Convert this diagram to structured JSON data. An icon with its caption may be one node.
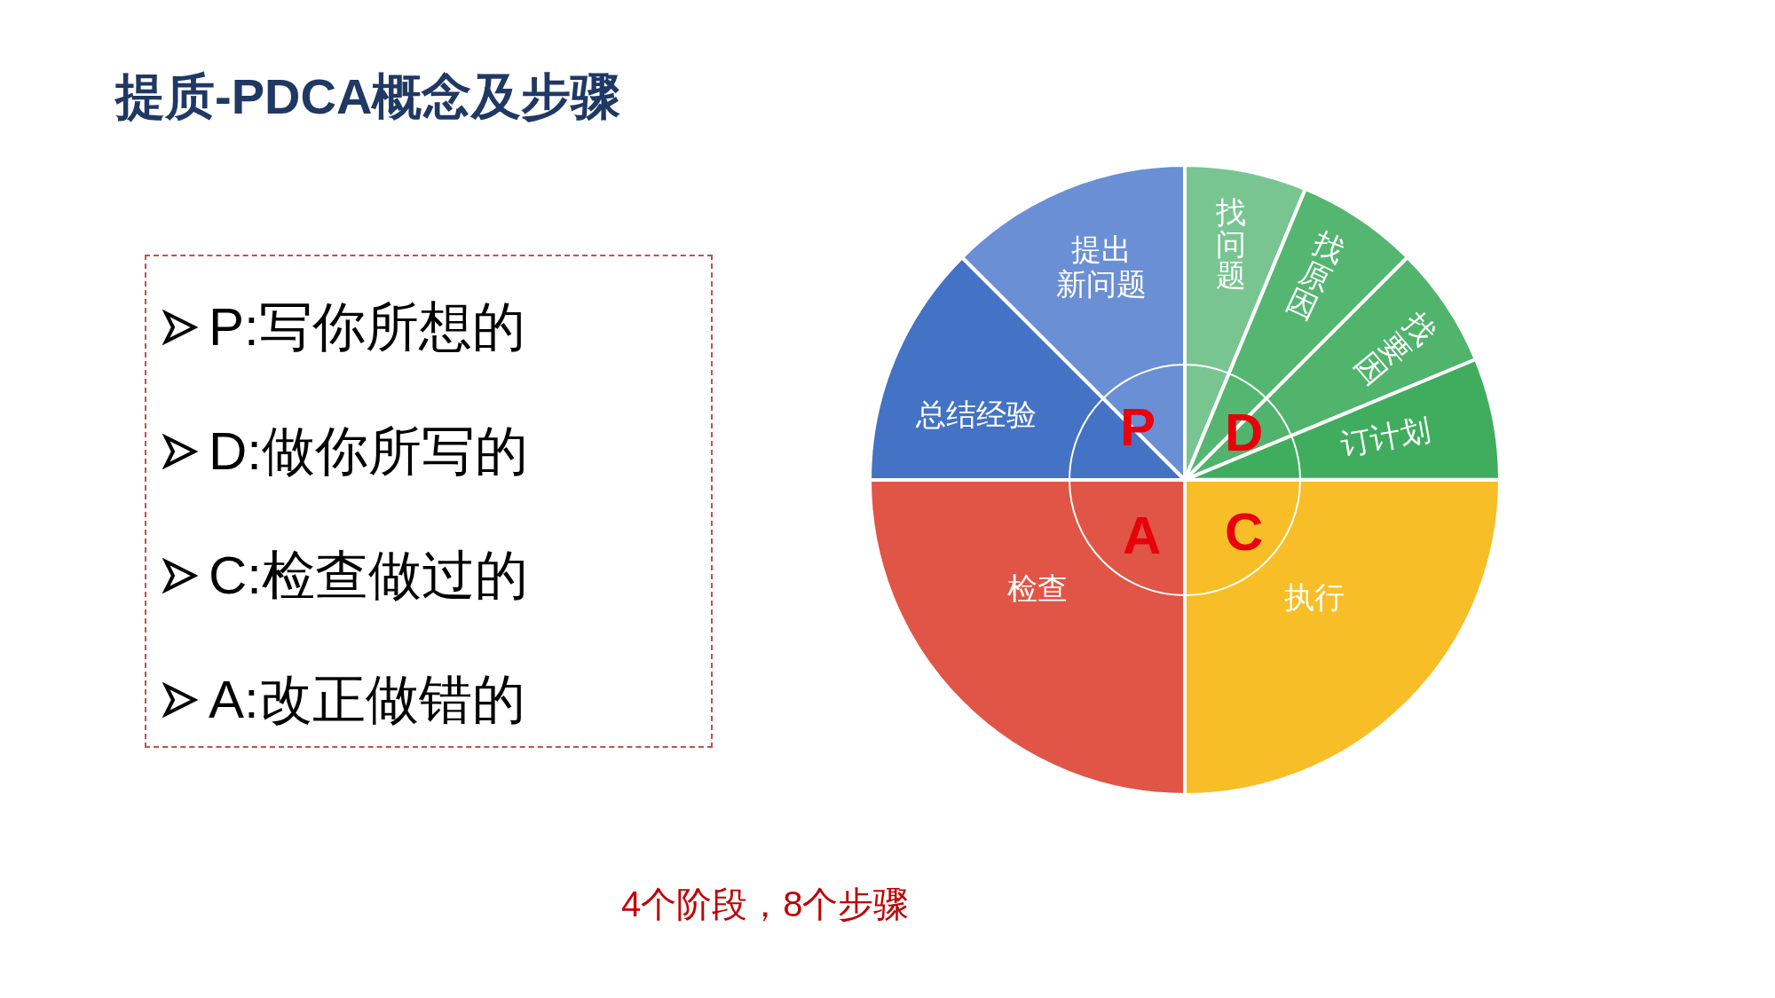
{
  "diagram": {
    "title": "提质-PDCA概念及步骤",
    "caption": "4个阶段，8个步骤",
    "nodes": [
      {
        "text": [
          "P:写你所想的",
          "D:做你所写的",
          "C:检查做过的",
          "A:改正做错的"
        ]
      },
      {
        "text": [
          "总结经验"
        ]
      },
      {
        "text": [
          "提出新问题"
        ]
      },
      {
        "text": [
          "找问题"
        ]
      },
      {
        "text": [
          "找原因"
        ]
      },
      {
        "text": [
          "找要因"
        ]
      },
      {
        "text": [
          "订计划"
        ]
      },
      {
        "text": [
          "执行"
        ]
      },
      {
        "text": [
          "检查"
        ]
      },
      {
        "text": [
          "P",
          "D",
          "A",
          "C"
        ]
      }
    ]
  }
}
